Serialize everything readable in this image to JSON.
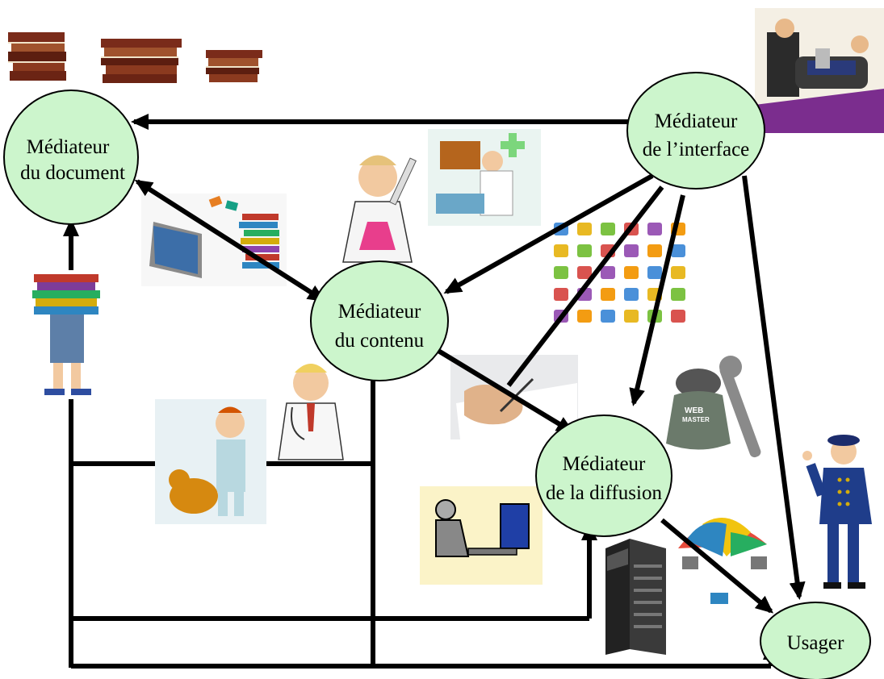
{
  "nodes": {
    "document": {
      "line1": "Médiateur",
      "line2": "du document"
    },
    "interface": {
      "line1": "Médiateur",
      "line2": "de l’interface"
    },
    "contenu": {
      "line1": "Médiateur",
      "line2": "du contenu"
    },
    "diffusion": {
      "line1": "Médiateur",
      "line2": "de la diffusion"
    },
    "usager": {
      "line1": "Usager"
    }
  },
  "illustrations": {
    "webmaster_badge": "WEB",
    "webmaster_badge2": "MASTER"
  },
  "colors": {
    "node_fill": "#ccf5cc",
    "line": "#000000"
  }
}
